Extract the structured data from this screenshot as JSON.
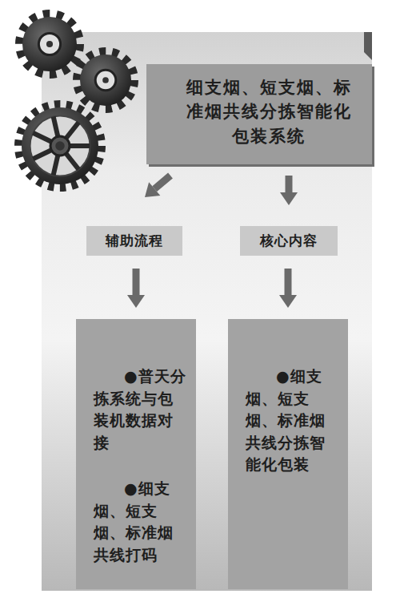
{
  "diagram": {
    "nodes": [
      {
        "text": [
          "细支烟、短支烟、标准烟共线分拣智能化包装系统"
        ]
      },
      {
        "text": [
          "辅助流程"
        ]
      },
      {
        "text": [
          "核心内容"
        ]
      },
      {
        "text": [
          "●普天分拣系统与包装机数据对接",
          "●细支烟、短支烟、标准烟共线打码"
        ]
      },
      {
        "text": [
          "●细支烟、短支烟、标准烟共线分拣智能化包装"
        ]
      }
    ],
    "edges": [
      {
        "from": 0,
        "to": 1,
        "arrow": "to"
      },
      {
        "from": 0,
        "to": 2,
        "arrow": "to"
      },
      {
        "from": 1,
        "to": 3,
        "arrow": "to"
      },
      {
        "from": 2,
        "to": 4,
        "arrow": "to"
      }
    ]
  }
}
